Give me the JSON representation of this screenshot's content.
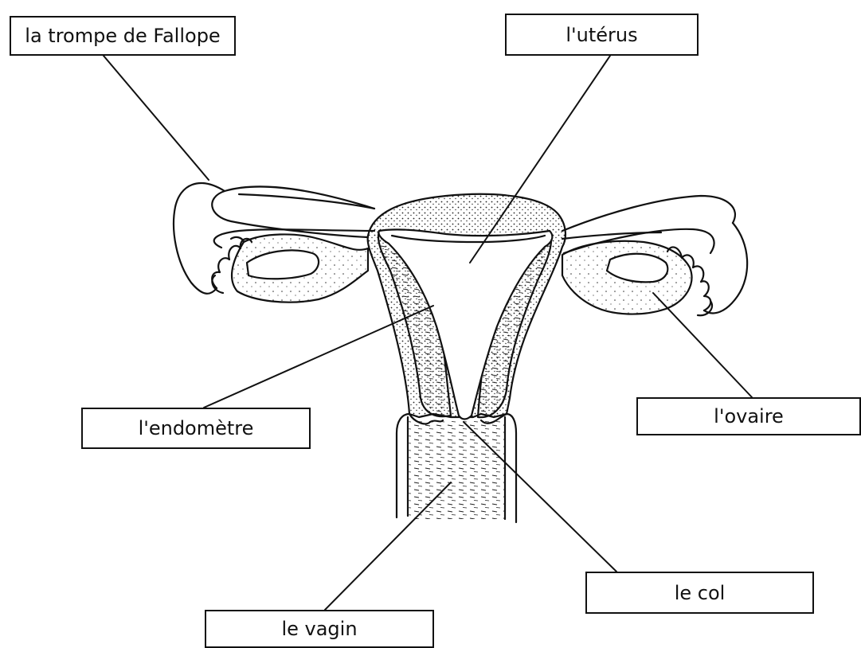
{
  "labels": {
    "fallopian_tube": "la trompe de Fallope",
    "uterus": "l'utérus",
    "endometrium": "l'endomètre",
    "ovary": "l'ovaire",
    "cervix": "le col",
    "vagina": "le vagin"
  },
  "colors": {
    "ink": "#111111",
    "background": "#ffffff"
  }
}
